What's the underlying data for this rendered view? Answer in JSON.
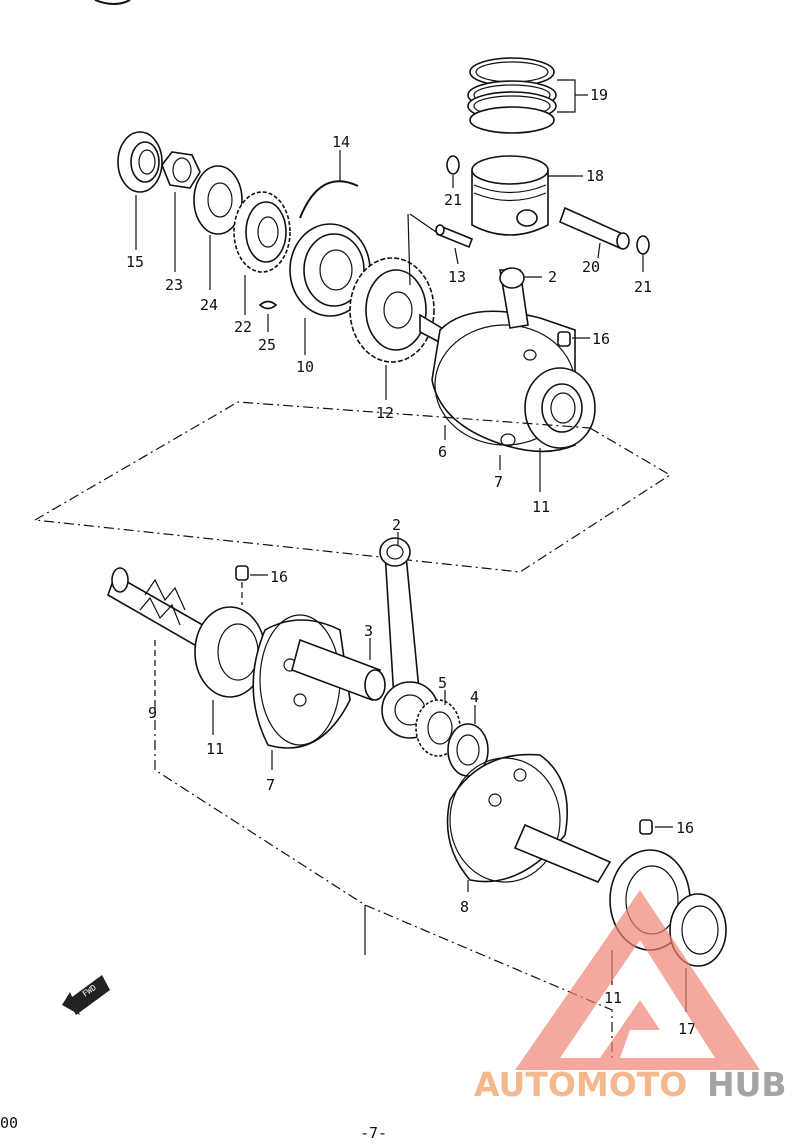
{
  "diagram": {
    "labels": {
      "p2_top": "2",
      "p2_lower": "2",
      "p3": "3",
      "p4": "4",
      "p5": "5",
      "p6": "6",
      "p7_top": "7",
      "p7_lower": "7",
      "p8": "8",
      "p9": "9",
      "p10": "10",
      "p11_top": "11",
      "p11_left": "11",
      "p11_right": "11",
      "p12": "12",
      "p13": "13",
      "p14": "14",
      "p15": "15",
      "p16_top": "16",
      "p16_mid": "16",
      "p16_right": "16",
      "p17": "17",
      "p18": "18",
      "p19": "19",
      "p20": "20",
      "p21_left": "21",
      "p21_right": "21",
      "p22": "22",
      "p23": "23",
      "p24": "24",
      "p25": "25"
    },
    "fwd_arrow": "FWD"
  },
  "footer": {
    "page_number": "-7-",
    "left_fragment": "00"
  },
  "watermark": {
    "brand_part1": "AUTOMOTO",
    "brand_part2": "HUB",
    "color_primary": "#f08070",
    "color_secondary": "#9a9a9a"
  }
}
